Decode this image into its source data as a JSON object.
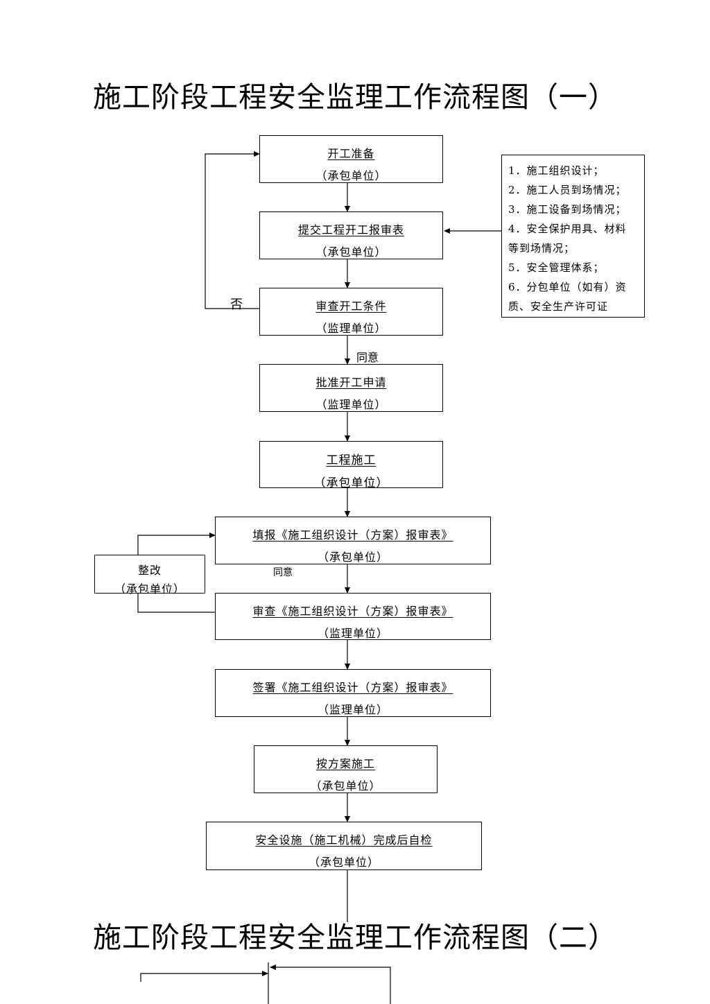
{
  "titles": {
    "part1": "施工阶段工程安全监理工作流程图（一）",
    "part2": "施工阶段工程安全监理工作流程图（二）"
  },
  "steps": [
    {
      "text": "开工准备",
      "unit": "（承包单位）"
    },
    {
      "text": "提交工程开工报审表",
      "unit": "（承包单位）"
    },
    {
      "text": "审查开工条件",
      "unit": "（监理单位）"
    },
    {
      "text": "批准开工申请",
      "unit": "（监理单位）"
    },
    {
      "text": "工程施工",
      "unit": "（承包单位）"
    },
    {
      "text": "填报《施工组织设计（方案）报审表》",
      "unit": "（承包单位）"
    },
    {
      "text": "审查《施工组织设计（方案）报审表》",
      "unit": "（监理单位）"
    },
    {
      "text": "签署《施工组织设计（方案）报审表》",
      "unit": "（监理单位）"
    },
    {
      "text": "按方案施工",
      "unit": "（承包单位）"
    },
    {
      "text": "安全设施（施工机械）完成后自检",
      "unit": "（承包单位）"
    }
  ],
  "rework": {
    "text": "整改",
    "unit": "（承包单位）"
  },
  "checklist": [
    "1．施工组织设计；",
    "2．施工人员到场情况；",
    "3．施工设备到场情况；",
    "4．安全保护用具、材料",
    "等到场情况；",
    "5．安全管理体系；",
    "6．分包单位（如有）资",
    "质、安全生产许可证"
  ],
  "labels": {
    "no": "否",
    "agree1": "同意",
    "agree2": "同意"
  }
}
